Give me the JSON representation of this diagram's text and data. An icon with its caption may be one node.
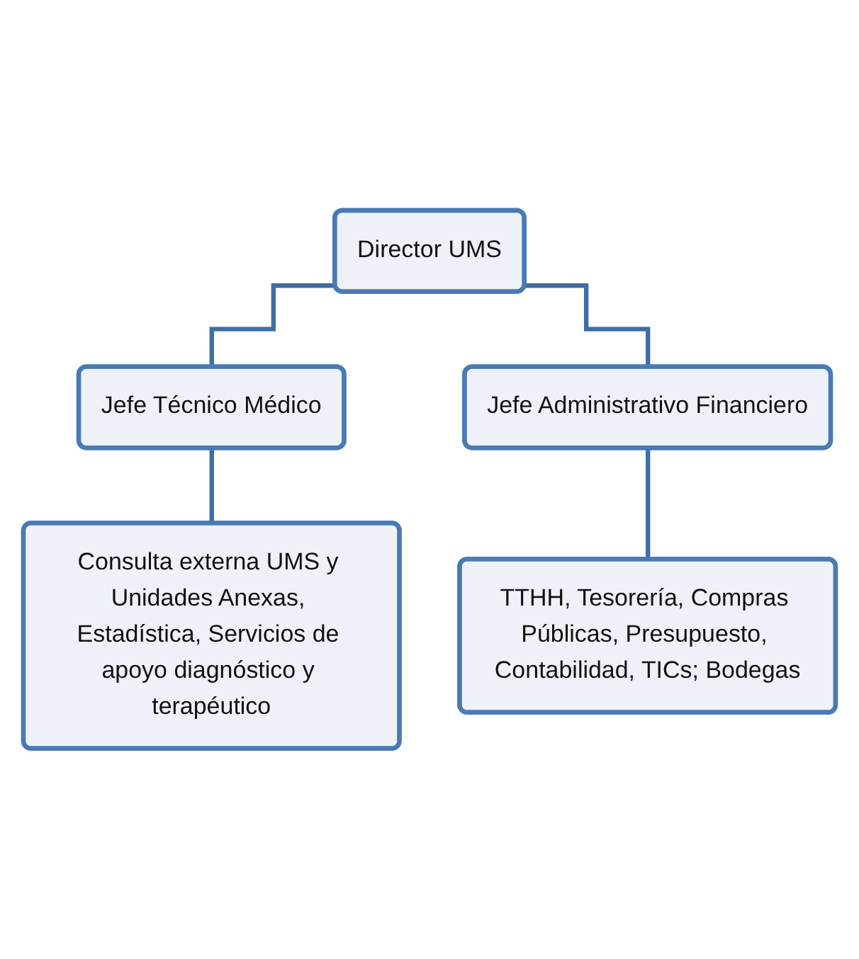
{
  "diagram": {
    "nodes": [
      {
        "text": [
          "Director UMS"
        ]
      },
      {
        "text": [
          "Jefe Técnico Médico"
        ]
      },
      {
        "text": [
          "Jefe Administrativo Financiero"
        ]
      },
      {
        "text": [
          "Consulta externa UMS y Unidades Anexas, Estadística, Servicios de apoyo diagnóstico y terapéutico"
        ]
      },
      {
        "text": [
          "TTHH, Tesorería, Compras Públicas, Presupuesto, Contabilidad, TICs; Bodegas"
        ]
      }
    ],
    "edges": [
      {
        "from": 0,
        "to": 1,
        "arrow": "none"
      },
      {
        "from": 0,
        "to": 2,
        "arrow": "none"
      },
      {
        "from": 1,
        "to": 3,
        "arrow": "none"
      },
      {
        "from": 2,
        "to": 4,
        "arrow": "none"
      }
    ]
  }
}
